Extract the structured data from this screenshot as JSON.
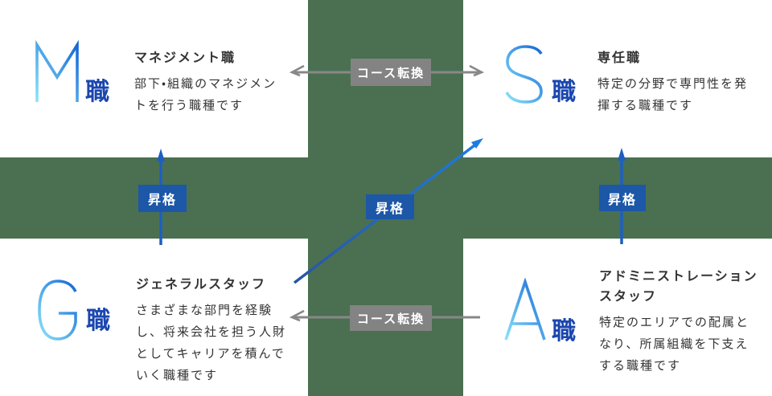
{
  "palette": {
    "bg-green": "#4A7051",
    "promo-blue": "#1C57A8",
    "course-gray": "#838383",
    "arrow-gray": "#888888",
    "arrow-blue": "#1D5FC1",
    "diag-blue-start": "#2A55A3",
    "diag-blue-end": "#1E7BE0",
    "letter-grad-start": "#8BE4F9",
    "letter-grad-end": "#1467D6",
    "suffix-blue": "#1A46AE",
    "text-dark": "#333333"
  },
  "labels": {
    "promotion": "昇格",
    "course_change": "コース転換"
  },
  "quadrants": {
    "m": {
      "letter": "M",
      "suffix": "職",
      "title_lines": [
        "マネジメント職"
      ],
      "desc_lines": [
        "部下・組織のマネジメン",
        "トを行う職種です"
      ]
    },
    "s": {
      "letter": "S",
      "suffix": "職",
      "title_lines": [
        "専任職"
      ],
      "desc_lines": [
        "特定の分野で専門性を発",
        "揮する職種です"
      ]
    },
    "g": {
      "letter": "G",
      "suffix": "職",
      "title_lines": [
        "ジェネラルスタッフ"
      ],
      "desc_lines": [
        "さまざまな部門を経験",
        "し、将来会社を担う人財",
        "としてキャリアを積んで",
        "いく職種です"
      ]
    },
    "a": {
      "letter": "A",
      "suffix": "職",
      "title_lines": [
        "アドミニストレーション",
        "スタッフ"
      ],
      "desc_lines": [
        "特定のエリアでの配属と",
        "なり、所属組織を下支え",
        "する職種です"
      ]
    }
  }
}
